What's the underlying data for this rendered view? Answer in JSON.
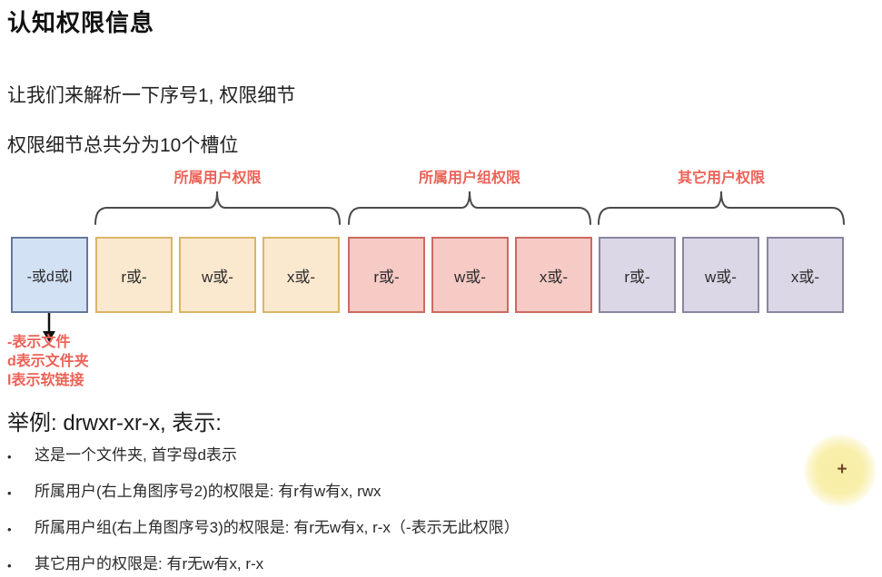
{
  "page": {
    "title": "认知权限信息",
    "lines": [
      "让我们来解析一下序号1, 权限细节",
      "权限细节总共分为10个槽位"
    ]
  },
  "diagram": {
    "label_color": "#ec6257",
    "brace_color": "#4a4a4a",
    "type_box": {
      "label": "-或d或l",
      "fill": "#d3e1f4",
      "border": "#64789c"
    },
    "groups": [
      {
        "label": "所属用户权限",
        "fill": "#fbe9cf",
        "border": "#d9b568",
        "boxes": [
          "r或-",
          "w或-",
          "x或-"
        ]
      },
      {
        "label": "所属用户组权限",
        "fill": "#f6cac5",
        "border": "#cb6a61",
        "boxes": [
          "r或-",
          "w或-",
          "x或-"
        ]
      },
      {
        "label": "其它用户权限",
        "fill": "#dbd7e6",
        "border": "#8b85a0",
        "boxes": [
          "r或-",
          "w或-",
          "x或-"
        ]
      }
    ],
    "annotation": {
      "color": "#ec6257",
      "lines": [
        "-表示文件",
        "d表示文件夹",
        "l表示软链接"
      ]
    }
  },
  "example": {
    "heading": "举例: drwxr-xr-x, 表示:",
    "bullet_marker": "•",
    "bullets": [
      "这是一个文件夹, 首字母d表示",
      "所属用户(右上角图序号2)的权限是: 有r有w有x, rwx",
      "所属用户组(右上角图序号3)的权限是: 有r无w有x, r-x（-表示无此权限）",
      "其它用户的权限是: 有r无w有x, r-x"
    ]
  },
  "cursor": {
    "glyph": "+"
  }
}
